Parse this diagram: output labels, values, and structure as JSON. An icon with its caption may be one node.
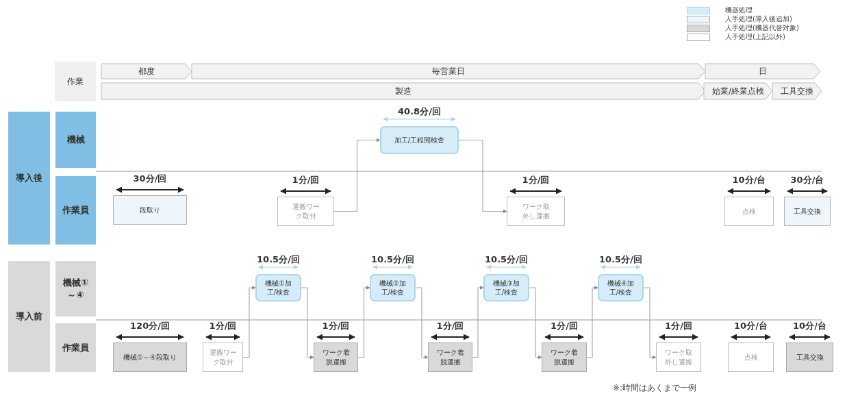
{
  "diagram": {
    "nodes": [
      {
        "text": [
          "作業"
        ]
      },
      {
        "text": [
          "都度"
        ]
      },
      {
        "text": [
          "毎営業日"
        ]
      },
      {
        "text": [
          "日"
        ]
      },
      {
        "text": [
          "製造"
        ]
      },
      {
        "text": [
          "始業/終業点検"
        ]
      },
      {
        "text": [
          "工具交換"
        ]
      },
      {
        "text": [
          "導入後"
        ]
      },
      {
        "text": [
          "機械"
        ]
      },
      {
        "text": [
          "作業員"
        ]
      },
      {
        "text": [
          "段取り"
        ],
        "beside": [
          "30分/回"
        ]
      },
      {
        "text": [
          "運搬ワーク取付"
        ],
        "beside": [
          "1分/回"
        ]
      },
      {
        "text": [
          "加工/工程間検査"
        ],
        "beside": [
          "40.8分/回"
        ]
      },
      {
        "text": [
          "ワーク取外し運搬"
        ],
        "beside": [
          "1分/回"
        ]
      },
      {
        "text": [
          "点検"
        ],
        "beside": [
          "10分/台"
        ]
      },
      {
        "text": [
          "工具交換"
        ],
        "beside": [
          "30分/台"
        ]
      },
      {
        "text": [
          "導入前"
        ]
      },
      {
        "text": [
          "機械①～④"
        ]
      },
      {
        "text": [
          "作業員"
        ]
      },
      {
        "text": [
          "機械①～④段取り"
        ],
        "beside": [
          "120分/回"
        ]
      },
      {
        "text": [
          "運搬ワーク取付"
        ],
        "beside": [
          "1分/回"
        ]
      },
      {
        "text": [
          "機械①加工/検査"
        ],
        "beside": [
          "10.5分/回"
        ]
      },
      {
        "text": [
          "ワーク着脱運搬"
        ],
        "beside": [
          "1分/回"
        ]
      },
      {
        "text": [
          "機械②加工/検査"
        ],
        "beside": [
          "10.5分/回"
        ]
      },
      {
        "text": [
          "ワーク着脱運搬"
        ],
        "beside": [
          "1分/回"
        ]
      },
      {
        "text": [
          "機械③加工/検査"
        ],
        "beside": [
          "10.5分/回"
        ]
      },
      {
        "text": [
          "ワーク着脱運搬"
        ],
        "beside": [
          "1分/回"
        ]
      },
      {
        "text": [
          "機械④加工/検査"
        ],
        "beside": [
          "10.5分/回"
        ]
      },
      {
        "text": [
          "ワーク取外し運搬"
        ],
        "beside": [
          "1分/回"
        ]
      },
      {
        "text": [
          "点検"
        ],
        "beside": [
          "10分/台"
        ]
      },
      {
        "text": [
          "工具交換"
        ],
        "beside": [
          "10分/台"
        ]
      }
    ],
    "edges": [
      {
        "from": 11,
        "to": 12,
        "arrow": "to"
      },
      {
        "from": 12,
        "to": 13,
        "arrow": "to"
      },
      {
        "from": 20,
        "to": 21,
        "arrow": "to"
      },
      {
        "from": 21,
        "to": 22,
        "arrow": "to"
      },
      {
        "from": 22,
        "to": 23,
        "arrow": "to"
      },
      {
        "from": 23,
        "to": 24,
        "arrow": "to"
      },
      {
        "from": 24,
        "to": 25,
        "arrow": "to"
      },
      {
        "from": 25,
        "to": 26,
        "arrow": "to"
      },
      {
        "from": 26,
        "to": 27,
        "arrow": "to"
      },
      {
        "from": 27,
        "to": 28,
        "arrow": "to"
      }
    ],
    "labels": [
      "※:時間はあくまで一例"
    ],
    "legend": [
      {
        "text": "機器処理",
        "color": "#d6ecf8"
      },
      {
        "text": "人手処理(導入後追加)",
        "color": "#eef6fb"
      },
      {
        "text": "人手処理(機器代替対象)",
        "color": "#d9d9d9"
      },
      {
        "text": "人手処理(上記以外)",
        "color": "#ffffff"
      }
    ]
  }
}
